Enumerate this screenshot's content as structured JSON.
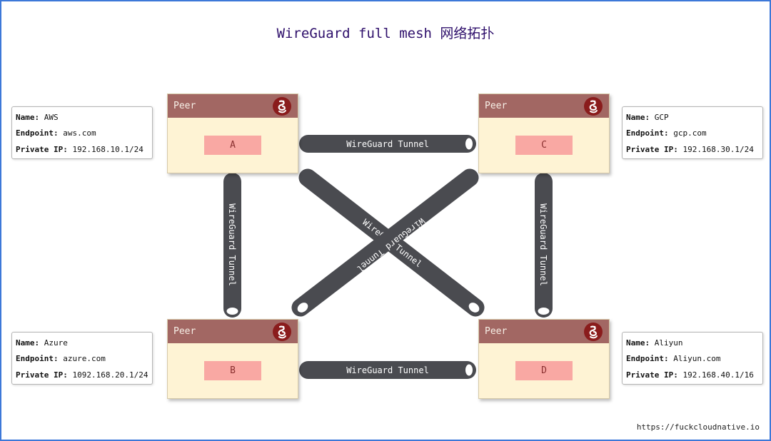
{
  "title": "WireGuard full mesh 网络拓扑",
  "footer_url": "https://fuckcloudnative.io",
  "peer_header_label": "Peer",
  "logo_icon": "wireguard-logo-icon",
  "tunnel_label": "WireGuard Tunnel",
  "colors": {
    "peer_header": "#a26763",
    "peer_body": "#fef3d4",
    "peer_id_bg": "#f9a8a3",
    "tunnel": "#4a4b50",
    "title": "#2e0f6b",
    "frame": "#3d78d8"
  },
  "peers": [
    {
      "id": "A",
      "name": "AWS",
      "endpoint": "aws.com",
      "private_ip": "192.168.10.1/24"
    },
    {
      "id": "B",
      "name": "Azure",
      "endpoint": "azure.com",
      "private_ip": "1092.168.20.1/24"
    },
    {
      "id": "C",
      "name": "GCP",
      "endpoint": "gcp.com",
      "private_ip": "192.168.30.1/24"
    },
    {
      "id": "D",
      "name": "Aliyun",
      "endpoint": "Aliyun.com",
      "private_ip": "192.168.40.1/16"
    }
  ],
  "info_labels": {
    "name": "Name:",
    "endpoint": "Endpoint:",
    "private_ip": "Private IP:"
  },
  "tunnels": [
    {
      "from": "A",
      "to": "C",
      "label": "WireGuard Tunnel"
    },
    {
      "from": "B",
      "to": "D",
      "label": "WireGuard Tunnel"
    },
    {
      "from": "A",
      "to": "B",
      "label": "WireGuard Tunnel"
    },
    {
      "from": "C",
      "to": "D",
      "label": "WireGuard Tunnel"
    },
    {
      "from": "A",
      "to": "D",
      "label": "WireG   Tunnel"
    },
    {
      "from": "C",
      "to": "B",
      "label": "WireGuard Tunnel"
    }
  ]
}
